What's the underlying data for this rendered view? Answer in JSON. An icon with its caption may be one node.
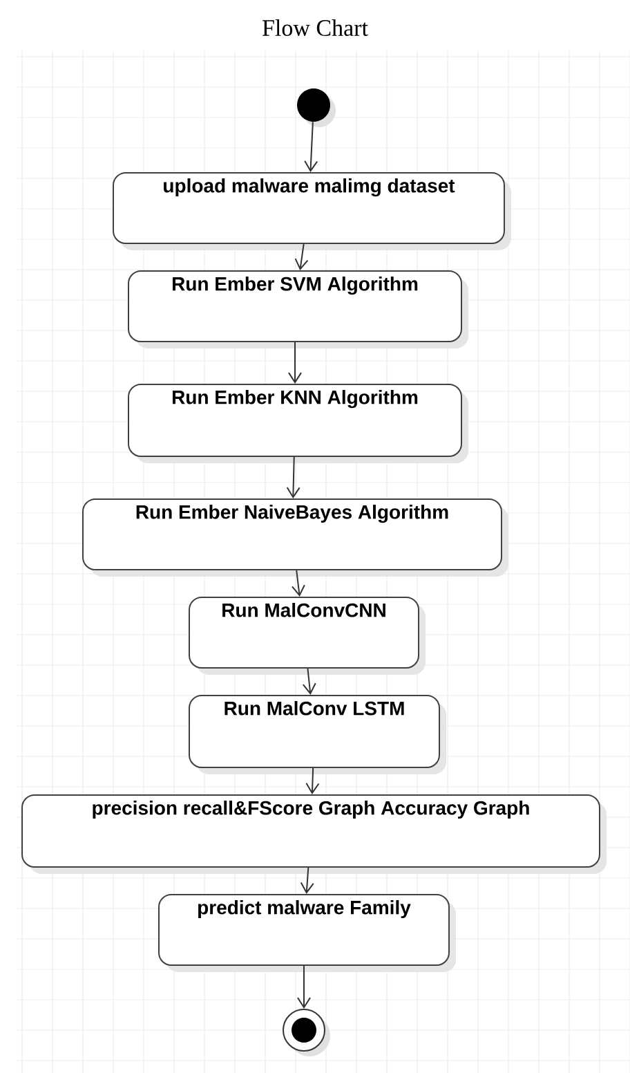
{
  "diagram": {
    "title": "Flow Chart",
    "nodes": [
      {
        "text": [],
        "shape": "circle"
      },
      {
        "text": [
          "upload malware malimg dataset"
        ]
      },
      {
        "text": [
          "Run Ember SVM Algorithm"
        ]
      },
      {
        "text": [
          "Run Ember KNN Algorithm"
        ]
      },
      {
        "text": [
          "Run Ember NaiveBayes Algorithm"
        ]
      },
      {
        "text": [
          "Run MalConvCNN"
        ]
      },
      {
        "text": [
          "Run MalConv LSTM"
        ]
      },
      {
        "text": [
          "precision recall&FScore Graph Accuracy Graph"
        ]
      },
      {
        "text": [
          "predict malware Family"
        ]
      },
      {
        "text": [],
        "shape": "circle"
      }
    ],
    "edges": [
      {
        "from": 0,
        "to": 1,
        "arrow": "to"
      },
      {
        "from": 1,
        "to": 2,
        "arrow": "to"
      },
      {
        "from": 2,
        "to": 3,
        "arrow": "to"
      },
      {
        "from": 3,
        "to": 4,
        "arrow": "to"
      },
      {
        "from": 4,
        "to": 5,
        "arrow": "to"
      },
      {
        "from": 5,
        "to": 6,
        "arrow": "to"
      },
      {
        "from": 6,
        "to": 7,
        "arrow": "to"
      },
      {
        "from": 7,
        "to": 8,
        "arrow": "to"
      },
      {
        "from": 8,
        "to": 9,
        "arrow": "to"
      }
    ]
  }
}
